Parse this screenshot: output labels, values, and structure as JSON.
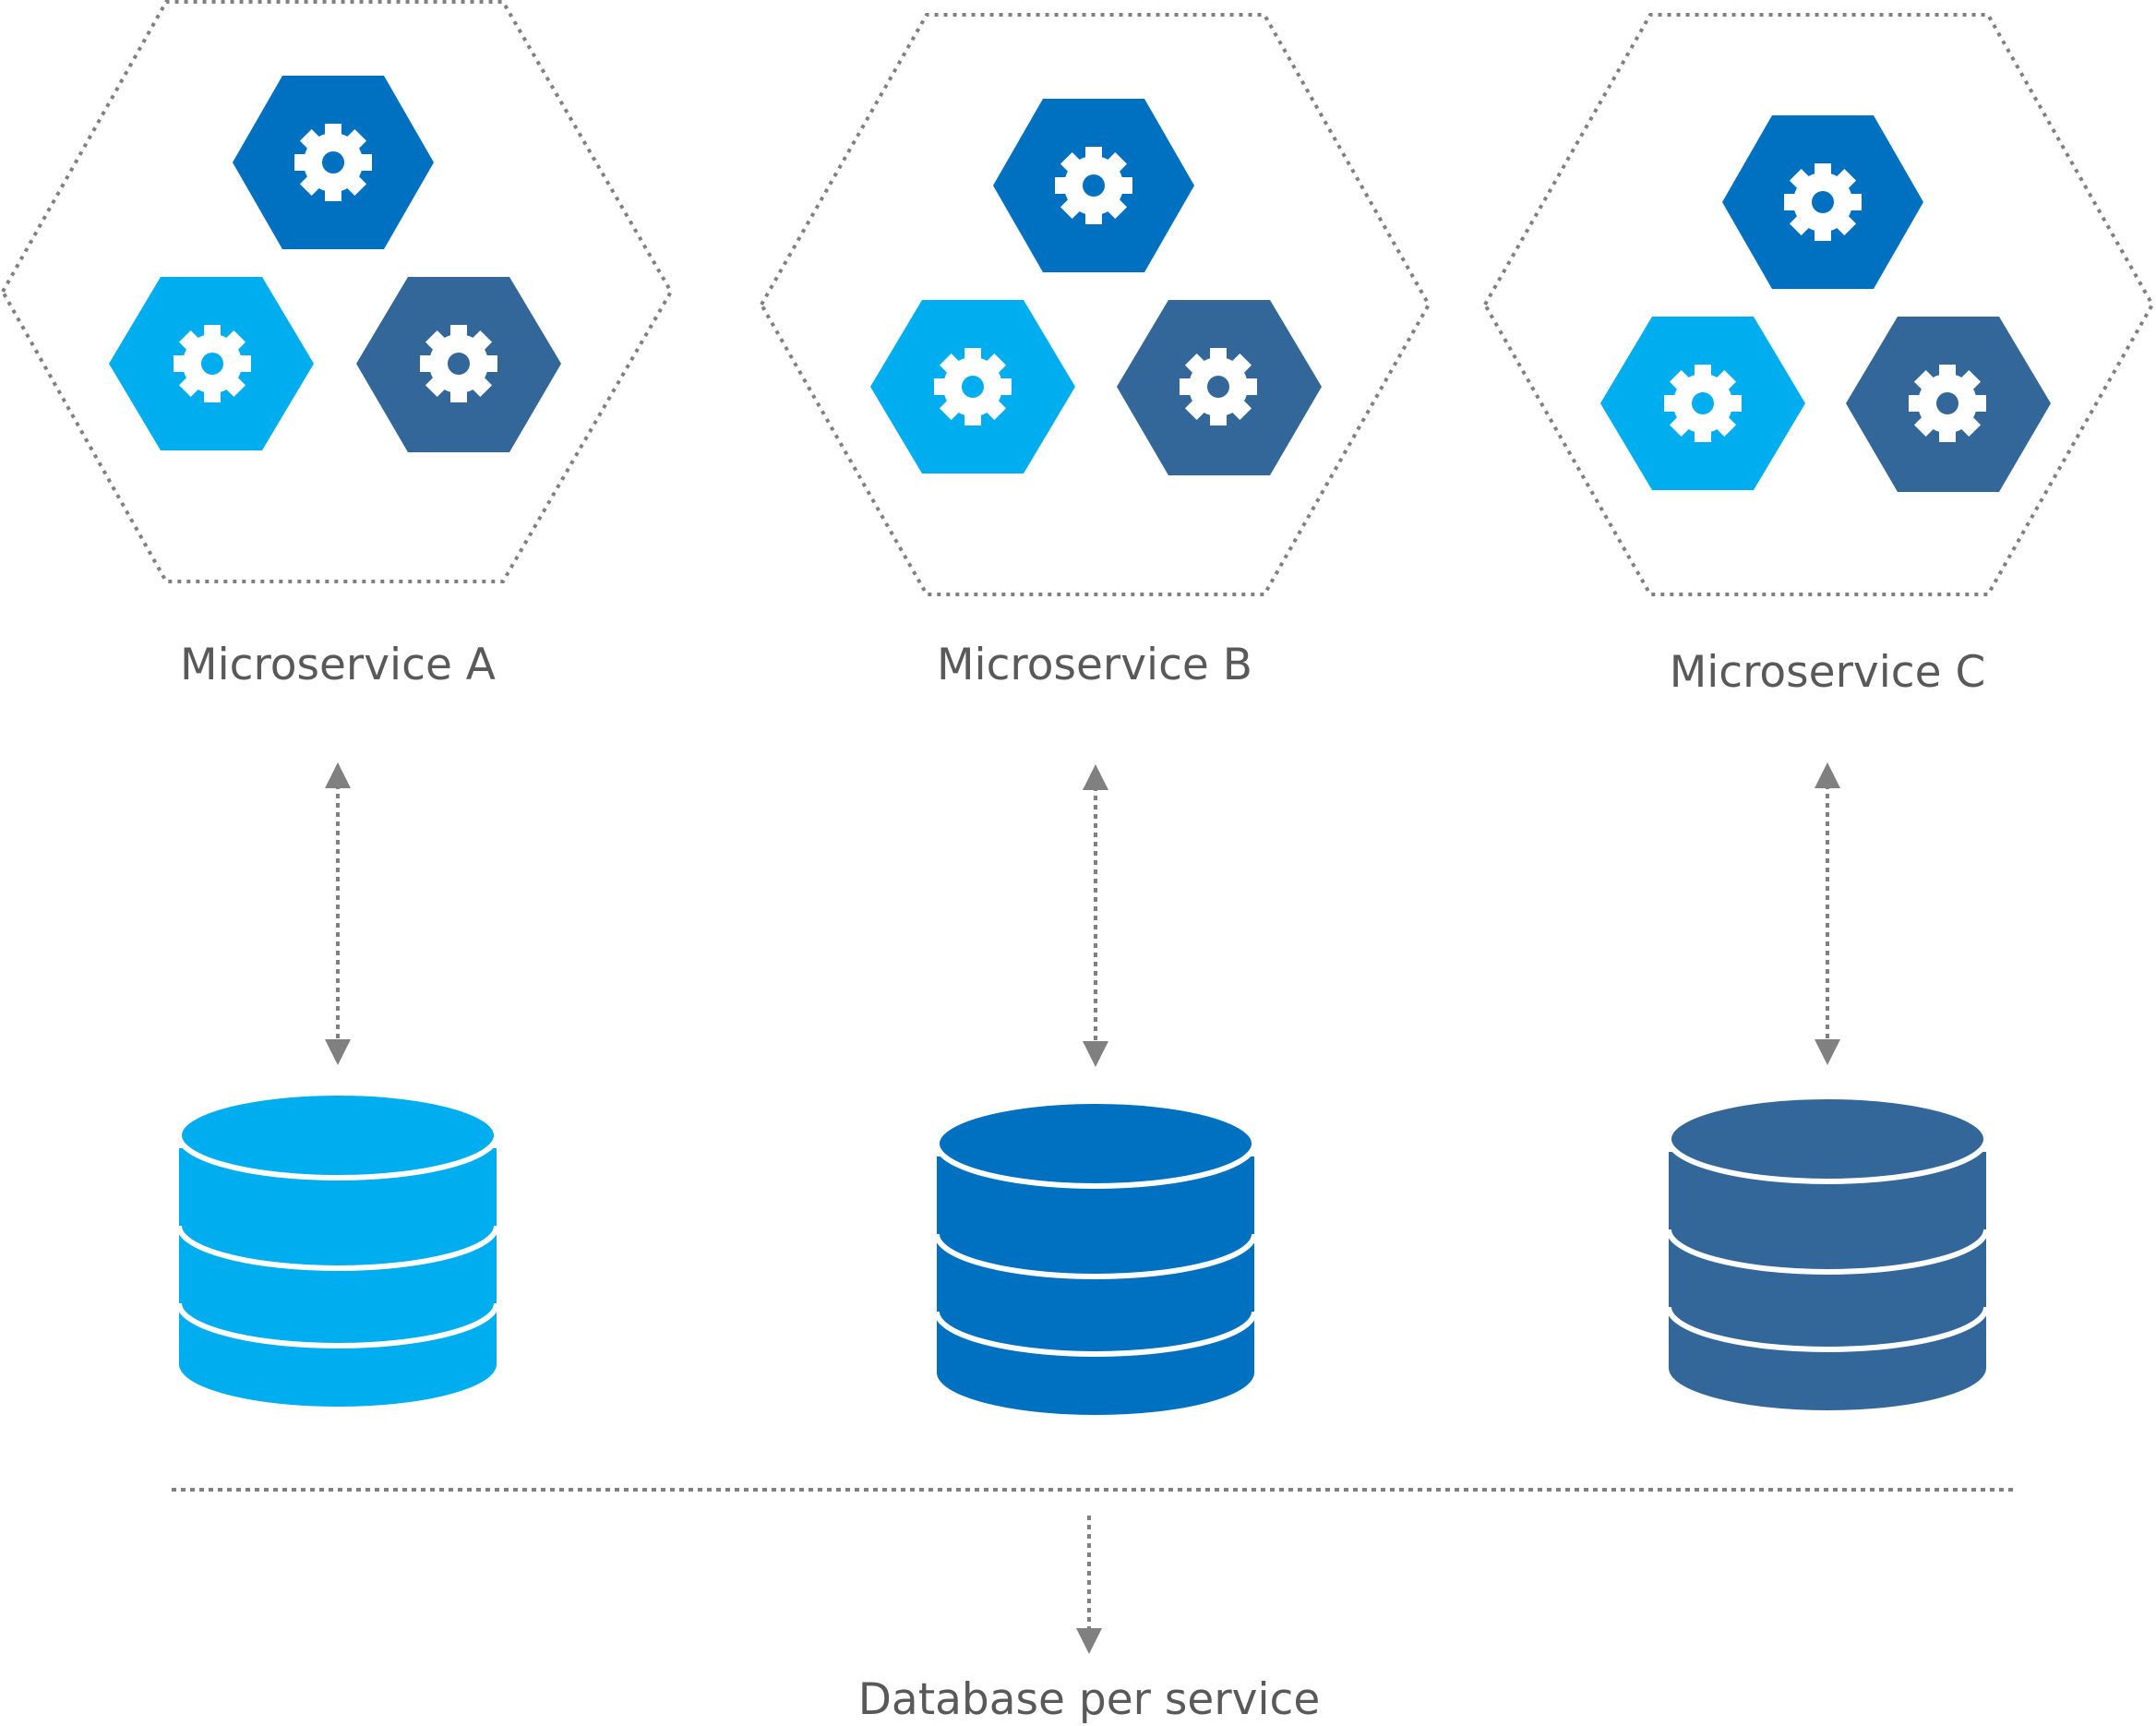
{
  "colors": {
    "light_blue": "#00adef",
    "mid_blue": "#0070c0",
    "dark_blue": "#336699",
    "dotted_line": "#808080",
    "label_text": "#595959",
    "gear_white": "#ffffff"
  },
  "services": [
    {
      "label": "Microservice A",
      "database_color": "#00adef",
      "icons": [
        "gear-icon",
        "gear-icon",
        "gear-icon"
      ]
    },
    {
      "label": "Microservice B",
      "database_color": "#0070c0",
      "icons": [
        "gear-icon",
        "gear-icon",
        "gear-icon"
      ]
    },
    {
      "label": "Microservice C",
      "database_color": "#336699",
      "icons": [
        "gear-icon",
        "gear-icon",
        "gear-icon"
      ]
    }
  ],
  "footer": {
    "label": "Database per service"
  }
}
